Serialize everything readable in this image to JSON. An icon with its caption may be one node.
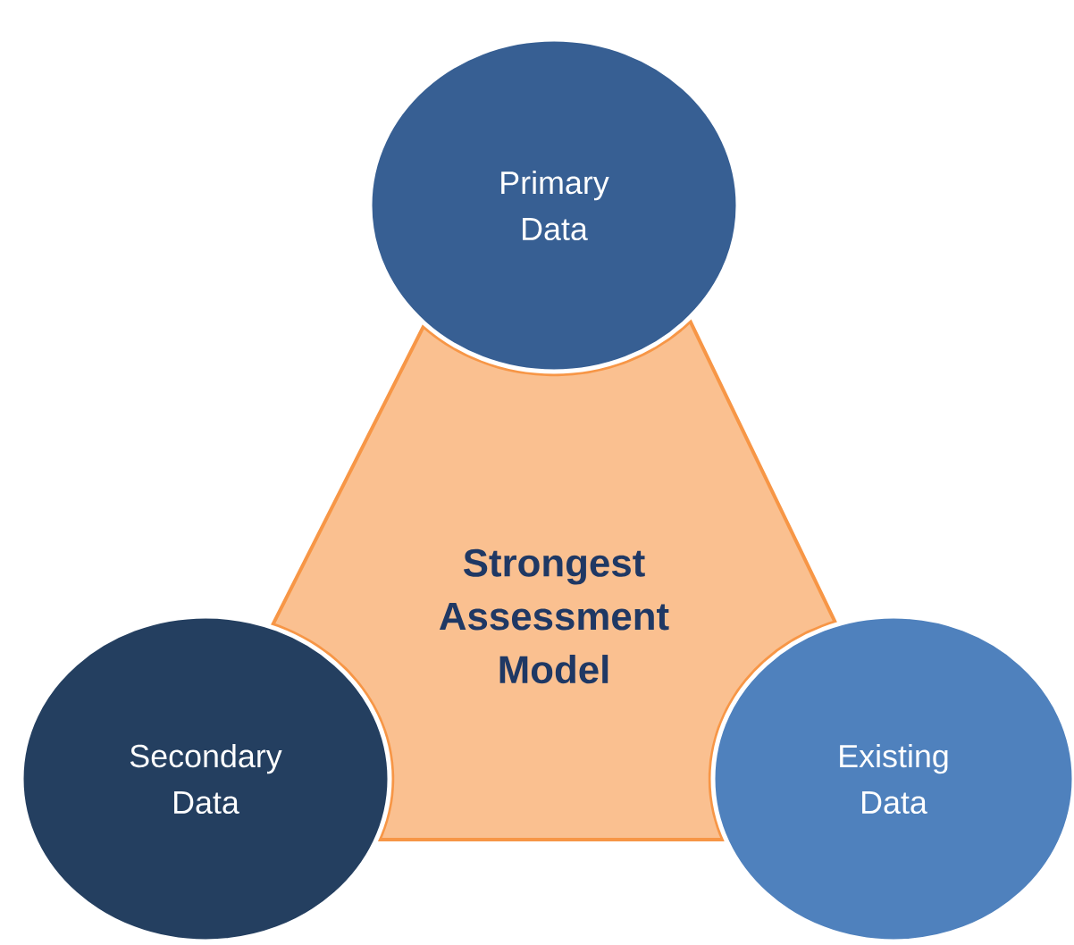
{
  "diagram": {
    "nodes": [
      {
        "text": [
          "Primary Data"
        ]
      },
      {
        "text": [
          "Strongest Assessment Model"
        ]
      },
      {
        "text": [
          "Secondary Data"
        ]
      },
      {
        "text": [
          "Existing Data"
        ]
      }
    ]
  }
}
